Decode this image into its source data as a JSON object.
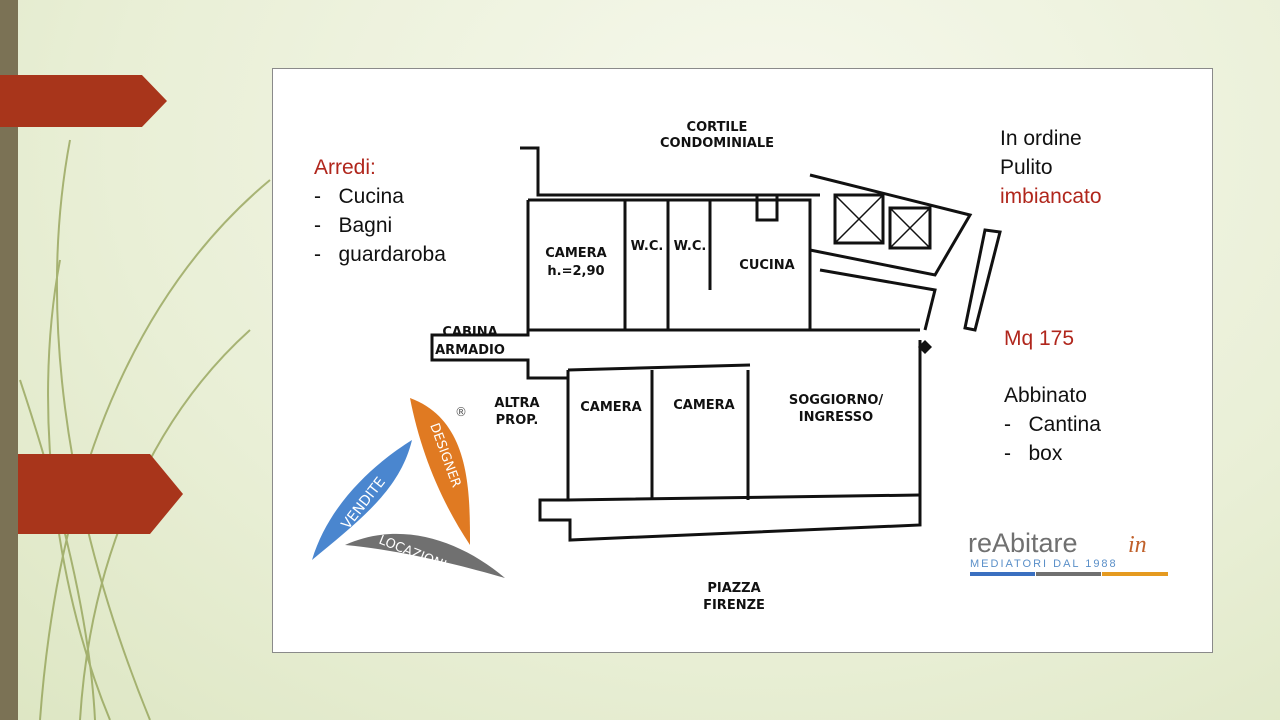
{
  "left_panel": {
    "title": "Arredi:",
    "items": [
      "Cucina",
      "Bagni",
      "guardaroba"
    ]
  },
  "right_top": {
    "lines": [
      "In ordine",
      "Pulito"
    ],
    "highlight": "imbiancato"
  },
  "area": "Mq 175",
  "extras": {
    "title": "Abbinato",
    "items": [
      "Cantina",
      "box"
    ]
  },
  "plan_labels": {
    "cortile": [
      "CORTILE",
      "CONDOMINIALE"
    ],
    "camera1": [
      "CAMERA",
      "h.=2,90"
    ],
    "wc1": "W.C.",
    "wc2": "W.C.",
    "cucina": "CUCINA",
    "cabina": [
      "CABINA",
      "ARMADIO"
    ],
    "altra": [
      "ALTRA",
      "PROP."
    ],
    "camera2": "CAMERA",
    "camera3": "CAMERA",
    "soggiorno": [
      "SOGGIORNO/",
      "INGRESSO"
    ],
    "piazza": [
      "PIAZZA",
      "FIRENZE"
    ]
  },
  "logo_left": {
    "words": [
      "VENDITE",
      "DESIGNER",
      "LOCAZIONI"
    ],
    "mark": "®"
  },
  "logo_right": {
    "name": "reAbitare",
    "suffix": "in",
    "tagline": "MEDIATORI DAL 1988"
  },
  "colors": {
    "accent": "#a8351b",
    "text_red": "#b0261c",
    "bar": "#7b7255"
  }
}
